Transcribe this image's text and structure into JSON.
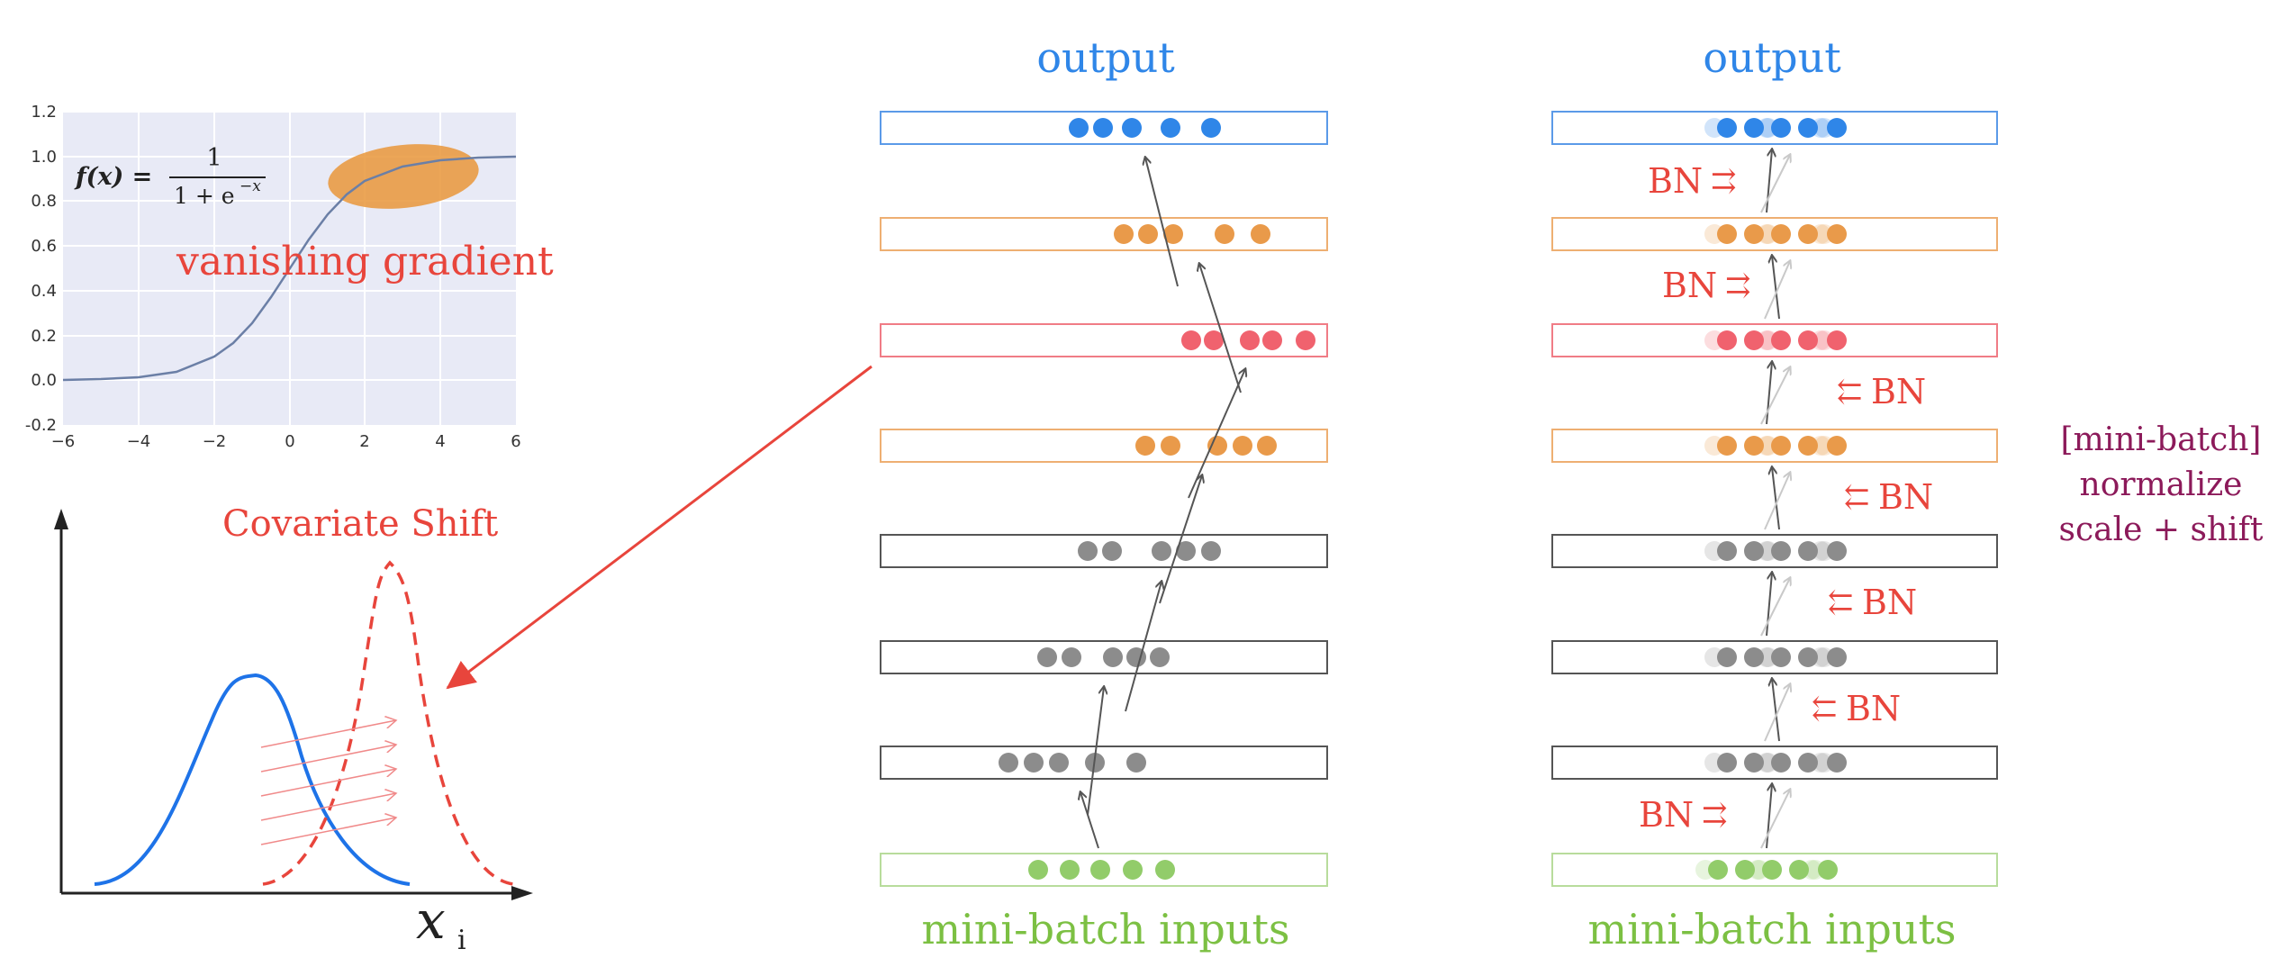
{
  "sigmoid_panel": {
    "formula_lhs": "f(x) =",
    "formula_num": "1",
    "formula_den": "1 + e",
    "formula_exp": "−x",
    "caption": "vanishing gradient",
    "y_ticks": [
      "1.2",
      "1.0",
      "0.8",
      "0.6",
      "0.4",
      "0.2",
      "0.0",
      "-0.2"
    ],
    "x_ticks": [
      "−6",
      "−4",
      "−2",
      "0",
      "2",
      "4",
      "6"
    ],
    "colors": {
      "curve": "#6b7fa6",
      "highlight": "#e9973a",
      "caption": "#e8453c",
      "plot_bg": "#e8eaf6"
    }
  },
  "covariate_panel": {
    "title": "Covariate Shift",
    "x_label": "x",
    "x_label_sub": "i",
    "colors": {
      "before": "#1e73e8",
      "after": "#e8453c",
      "shift_arrows": "#f08a8a"
    }
  },
  "network_left": {
    "top_label": "output",
    "bottom_label": "mini-batch inputs"
  },
  "network_right": {
    "top_label": "output",
    "bottom_label": "mini-batch inputs",
    "bn_label": "BN",
    "note_line1": "[mini-batch]",
    "note_line2": "normalize",
    "note_line3": "scale + shift"
  },
  "colors": {
    "output": "#2f86e8",
    "hidden_orange": "#e99a4a",
    "hidden_red": "#f0626e",
    "hidden_gray": "#8c8c8c",
    "input_green": "#92cc6a",
    "label_blue": "#2f86e8",
    "label_green": "#7cc043",
    "bn_red": "#e8453c",
    "note_purple": "#8c1a5a"
  }
}
